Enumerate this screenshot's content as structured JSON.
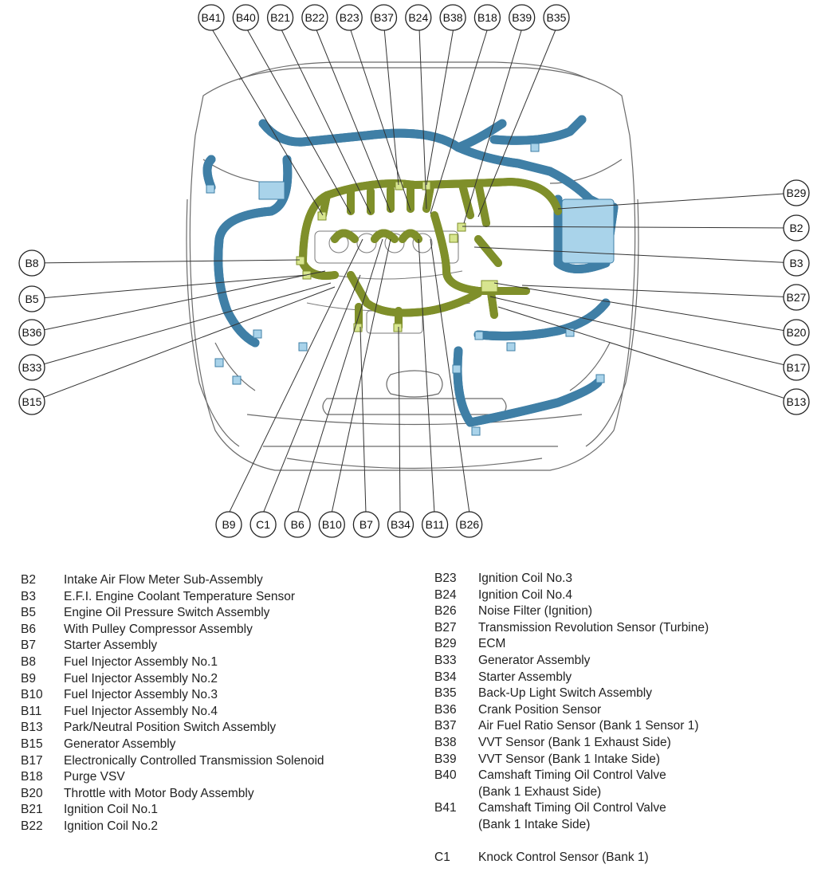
{
  "callouts": {
    "top": [
      "B41",
      "B40",
      "B21",
      "B22",
      "B23",
      "B37",
      "B24",
      "B38",
      "B18",
      "B39",
      "B35"
    ],
    "left": [
      "B8",
      "B5",
      "B36",
      "B33",
      "B15"
    ],
    "right": [
      "B29",
      "B2",
      "B3",
      "B27",
      "B20",
      "B17",
      "B13"
    ],
    "bottom": [
      "B9",
      "C1",
      "B6",
      "B10",
      "B7",
      "B34",
      "B11",
      "B26"
    ]
  },
  "colors": {
    "harness_green": "#d7e58f",
    "harness_green_edge": "#7f8f2a",
    "harness_blue": "#a9d3ea",
    "harness_blue_edge": "#3f7fa6",
    "outline": "#6b6b6b",
    "leader": "#333333"
  },
  "legend_left": [
    {
      "code": "B2",
      "desc": "Intake Air Flow Meter Sub-Assembly"
    },
    {
      "code": "B3",
      "desc": "E.F.I. Engine Coolant Temperature Sensor"
    },
    {
      "code": "B5",
      "desc": "Engine Oil Pressure Switch Assembly"
    },
    {
      "code": "B6",
      "desc": "With Pulley Compressor Assembly"
    },
    {
      "code": "B7",
      "desc": "Starter Assembly"
    },
    {
      "code": "B8",
      "desc": "Fuel Injector Assembly No.1"
    },
    {
      "code": "B9",
      "desc": "Fuel Injector Assembly No.2"
    },
    {
      "code": "B10",
      "desc": "Fuel Injector Assembly No.3"
    },
    {
      "code": "B11",
      "desc": "Fuel Injector Assembly No.4"
    },
    {
      "code": "B13",
      "desc": "Park/Neutral Position Switch Assembly"
    },
    {
      "code": "B15",
      "desc": "Generator Assembly"
    },
    {
      "code": "B17",
      "desc": "Electronically Controlled Transmission Solenoid"
    },
    {
      "code": "B18",
      "desc": "Purge VSV"
    },
    {
      "code": "B20",
      "desc": "Throttle with Motor Body Assembly"
    },
    {
      "code": "B21",
      "desc": "Ignition Coil No.1"
    },
    {
      "code": "B22",
      "desc": "Ignition Coil No.2"
    }
  ],
  "legend_right": [
    {
      "code": "B23",
      "desc": "Ignition Coil No.3"
    },
    {
      "code": "B24",
      "desc": "Ignition Coil No.4"
    },
    {
      "code": "B26",
      "desc": "Noise Filter (Ignition)"
    },
    {
      "code": "B27",
      "desc": "Transmission Revolution Sensor (Turbine)"
    },
    {
      "code": "B29",
      "desc": "ECM"
    },
    {
      "code": "B33",
      "desc": "Generator Assembly"
    },
    {
      "code": "B34",
      "desc": "Starter Assembly"
    },
    {
      "code": "B35",
      "desc": "Back-Up Light Switch Assembly"
    },
    {
      "code": "B36",
      "desc": "Crank Position Sensor"
    },
    {
      "code": "B37",
      "desc": "Air Fuel Ratio Sensor (Bank 1 Sensor 1)"
    },
    {
      "code": "B38",
      "desc": "VVT Sensor (Bank 1 Exhaust Side)"
    },
    {
      "code": "B39",
      "desc": "VVT Sensor (Bank 1 Intake Side)"
    },
    {
      "code": "B40",
      "desc": "Camshaft Timing Oil Control Valve"
    },
    {
      "code": "",
      "desc": "(Bank 1 Exhaust Side)"
    },
    {
      "code": "B41",
      "desc": "Camshaft Timing Oil Control Valve"
    },
    {
      "code": "",
      "desc": "(Bank 1 Intake Side)"
    },
    {
      "code": "",
      "desc": ""
    },
    {
      "code": "C1",
      "desc": "Knock Control Sensor (Bank 1)"
    }
  ]
}
